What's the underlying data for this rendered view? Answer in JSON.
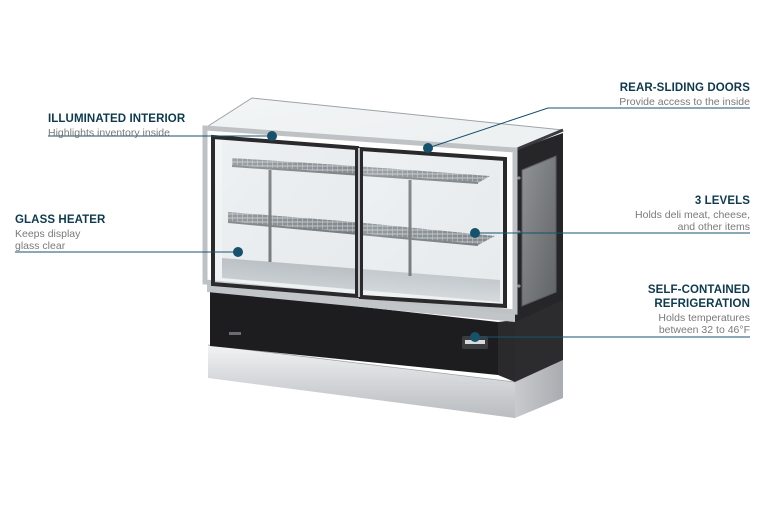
{
  "callouts": {
    "illuminated_interior": {
      "title": "ILLUMINATED INTERIOR",
      "desc": "Highlights inventory inside"
    },
    "glass_heater": {
      "title": "GLASS HEATER",
      "desc_line1": "Keeps display",
      "desc_line2": "glass clear"
    },
    "rear_sliding_doors": {
      "title": "REAR-SLIDING DOORS",
      "desc": "Provide access to the inside"
    },
    "three_levels": {
      "title": "3 LEVELS",
      "desc_line1": "Holds deli meat, cheese,",
      "desc_line2": "and other items"
    },
    "refrigeration": {
      "title_line1": "SELF-CONTAINED",
      "title_line2": "REFRIGERATION",
      "desc_line1": "Holds temperatures",
      "desc_line2": "between 32 to 46°F"
    }
  },
  "colors": {
    "accent": "#0e3a4f",
    "dot": "#16526b",
    "cabinet": "#1d1d1f",
    "stainless": "#d9dbde"
  },
  "icons": {
    "leader_dot": "circle"
  }
}
